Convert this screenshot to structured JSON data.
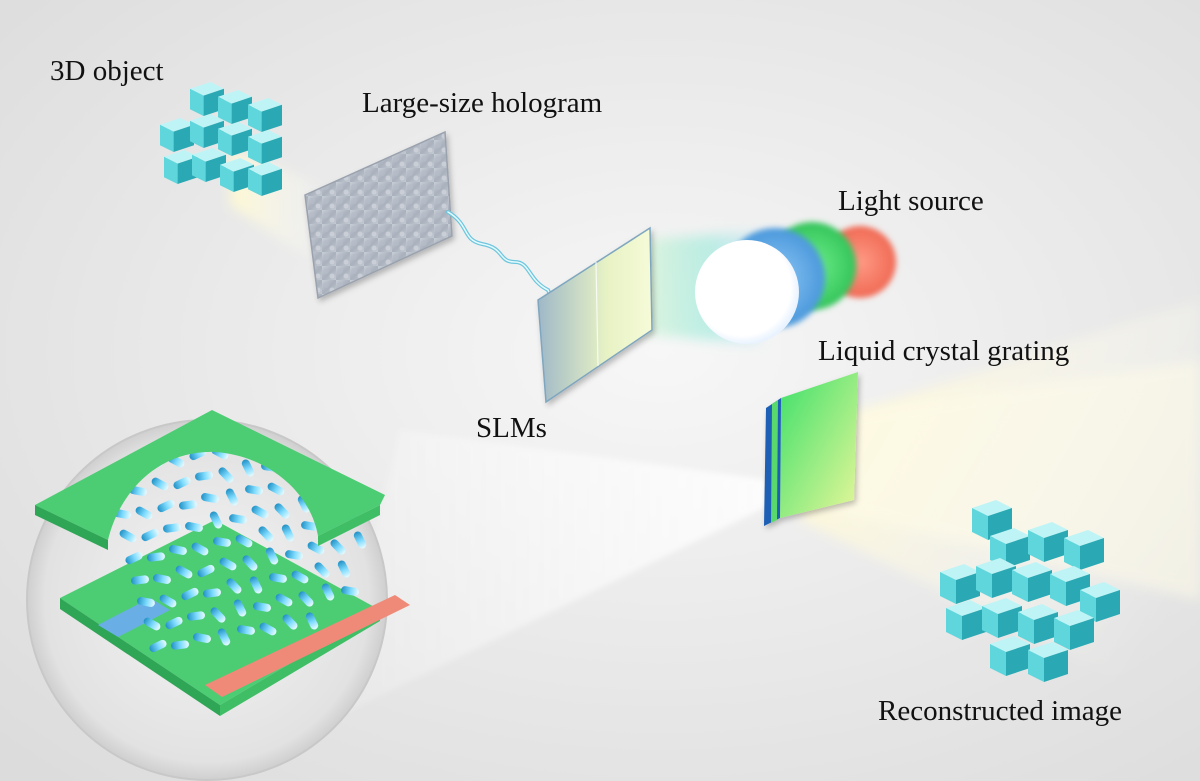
{
  "labels": {
    "object": "3D object",
    "hologram": "Large-size hologram",
    "light_source": "Light source",
    "slms": "SLMs",
    "lc_grating": "Liquid crystal grating",
    "reconstructed": "Reconstructed image"
  },
  "colors": {
    "background": "#e6e6e6",
    "cube": "#5fd6dc",
    "red_led": "#f4846b",
    "green_led": "#4fd96a",
    "blue_led": "#5aa8e6",
    "substrate_green": "#4ccd73",
    "electrode_blue": "#6aaee6",
    "electrode_red": "#f08a78",
    "lc_molecule": "#4fc0e6"
  },
  "icons": [
    "3d-object-cubes",
    "hologram-plate",
    "slm-panel",
    "rgb-light-source",
    "lc-grating-panel",
    "lc-zoom-circle",
    "reconstructed-cubes"
  ]
}
